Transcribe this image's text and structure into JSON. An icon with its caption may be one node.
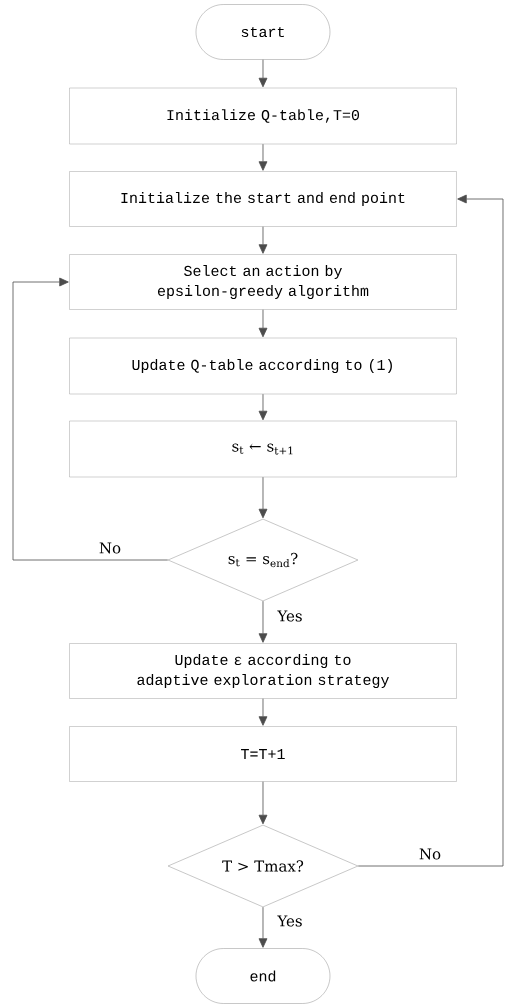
{
  "diagram": {
    "nodes": [
      {
        "text": [
          "start"
        ]
      },
      {
        "text": [
          "Initialize Q-table,T=0"
        ]
      },
      {
        "text": [
          "Initialize the start and end point"
        ]
      },
      {
        "text": [
          "Select an action by epsilon-greedy algorithm"
        ]
      },
      {
        "text": [
          "Update Q-table according to (1)"
        ]
      },
      {
        "text": [
          "s$_{t}$ ← s$_{t+1}$"
        ]
      },
      {
        "text": [
          "s$_{t}$ = s$_{end}$?"
        ]
      },
      {
        "text": [
          "Update ε according to adaptive exploration strategy"
        ]
      },
      {
        "text": [
          "T=T+1"
        ]
      },
      {
        "text": [
          "T > Tmax?"
        ]
      },
      {
        "text": [
          "end"
        ]
      }
    ],
    "edges": [
      {
        "from": 0,
        "to": 1,
        "arrow": "to"
      },
      {
        "from": 1,
        "to": 2,
        "arrow": "to"
      },
      {
        "from": 2,
        "to": 3,
        "arrow": "to"
      },
      {
        "from": 3,
        "to": 4,
        "arrow": "to"
      },
      {
        "from": 4,
        "to": 5,
        "arrow": "to"
      },
      {
        "from": 5,
        "to": 6,
        "arrow": "to"
      },
      {
        "from": 6,
        "to": 7,
        "arrow": "to",
        "label": "Yes"
      },
      {
        "from": 6,
        "to": 3,
        "arrow": "to",
        "label": "No"
      },
      {
        "from": 7,
        "to": 8,
        "arrow": "to"
      },
      {
        "from": 8,
        "to": 9,
        "arrow": "to"
      },
      {
        "from": 9,
        "to": 10,
        "arrow": "to",
        "label": "Yes"
      },
      {
        "from": 9,
        "to": 2,
        "arrow": "to",
        "label": "No"
      }
    ]
  }
}
